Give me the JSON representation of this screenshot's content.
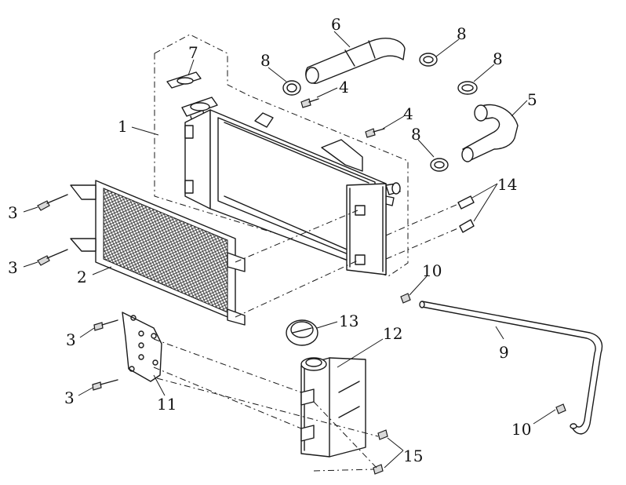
{
  "callouts": [
    {
      "id": "c1",
      "text": "1"
    },
    {
      "id": "c2",
      "text": "2"
    },
    {
      "id": "c3a",
      "text": "3"
    },
    {
      "id": "c3b",
      "text": "3"
    },
    {
      "id": "c3c",
      "text": "3"
    },
    {
      "id": "c3d",
      "text": "3"
    },
    {
      "id": "c4a",
      "text": "4"
    },
    {
      "id": "c4b",
      "text": "4"
    },
    {
      "id": "c5",
      "text": "5"
    },
    {
      "id": "c6",
      "text": "6"
    },
    {
      "id": "c7",
      "text": "7"
    },
    {
      "id": "c8a",
      "text": "8"
    },
    {
      "id": "c8b",
      "text": "8"
    },
    {
      "id": "c8c",
      "text": "8"
    },
    {
      "id": "c8d",
      "text": "8"
    },
    {
      "id": "c9",
      "text": "9"
    },
    {
      "id": "c10a",
      "text": "10"
    },
    {
      "id": "c10b",
      "text": "10"
    },
    {
      "id": "c11",
      "text": "11"
    },
    {
      "id": "c12",
      "text": "12"
    },
    {
      "id": "c13",
      "text": "13"
    },
    {
      "id": "c14",
      "text": "14"
    },
    {
      "id": "c15",
      "text": "15"
    }
  ],
  "colors": {
    "line": "#1a1a1a",
    "background": "#ffffff",
    "mesh": "#333333"
  }
}
